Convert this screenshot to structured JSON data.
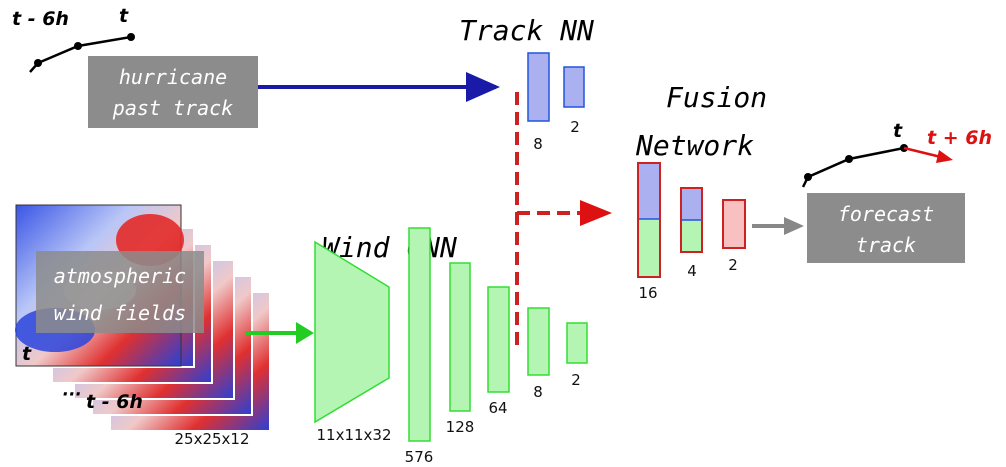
{
  "colors": {
    "blue_box_fill": "#aab0f0",
    "blue_box_stroke": "#2255dd",
    "green_fill": "#b4f5b4",
    "green_stroke": "#33dd33",
    "red_stroke": "#cc2222",
    "red_box_fill": "#f8c0c0",
    "gray_box": "#8c8c8c",
    "arrow_blue": "#1a1aa8",
    "arrow_red": "#dd1111",
    "arrow_green": "#22cc22",
    "arrow_gray": "#888888"
  },
  "labels": {
    "past_time": "t - 6h",
    "current_time": "t",
    "next_time": "t + 6h",
    "track_nn": "Track NN",
    "wind_cnn": "Wind CNN",
    "fusion_line1": "Fusion",
    "fusion_line2": "Network",
    "past_track_line1": "hurricane",
    "past_track_line2": "past track",
    "forecast_line1": "forecast",
    "forecast_line2": "track",
    "wind_fields_line1": "atmospheric",
    "wind_fields_line2": "wind fields",
    "stack_t": "t",
    "stack_dots": "···",
    "stack_t6": "t - 6h",
    "input_size": "25x25x12"
  },
  "track_nn_layers": [
    "8",
    "2"
  ],
  "wind_cnn_layers": [
    "11x11x32",
    "576",
    "128",
    "64",
    "8",
    "2"
  ],
  "fusion_layers": [
    "16",
    "4",
    "2"
  ]
}
